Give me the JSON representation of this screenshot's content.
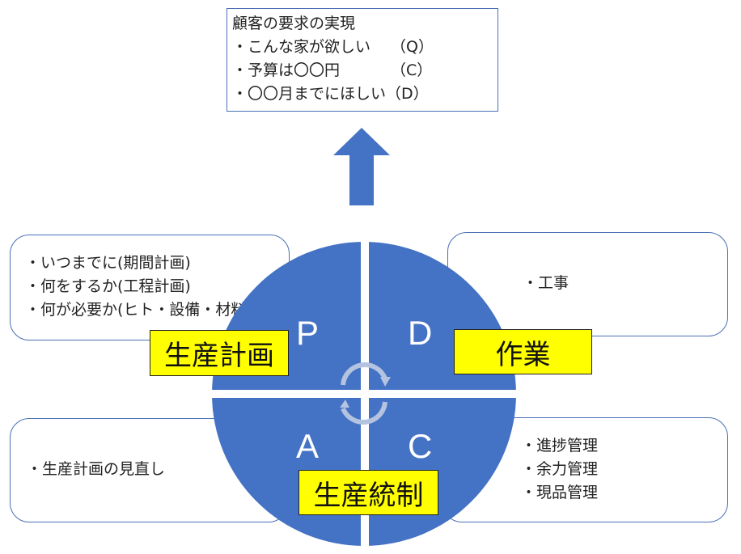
{
  "goal": {
    "title": "顧客の要求の実現",
    "items": [
      "・こんな家が欲しい　 （Q）",
      "・予算は〇〇円　　　 （C）",
      "・〇〇月までにほしい（D）"
    ]
  },
  "plan_box": {
    "items": [
      "・いつまでに(期間計画)",
      "・何をするか(工程計画)",
      "・何が必要か(ヒト・設備・材料)"
    ]
  },
  "do_box": {
    "items": [
      "・工事"
    ]
  },
  "act_box": {
    "items": [
      "・生産計画の見直し"
    ]
  },
  "check_box": {
    "items": [
      "・進捗管理",
      "・余力管理",
      "・現品管理"
    ]
  },
  "quadrants": {
    "p": "P",
    "d": "D",
    "a": "A",
    "c": "C"
  },
  "labels": {
    "plan": "生産計画",
    "do": "作業",
    "control": "生産統制"
  },
  "colors": {
    "circle": "#4472c4",
    "arrow": "#4472c4",
    "label_bg": "#ffff00",
    "cycle": "#b4c3e0"
  }
}
